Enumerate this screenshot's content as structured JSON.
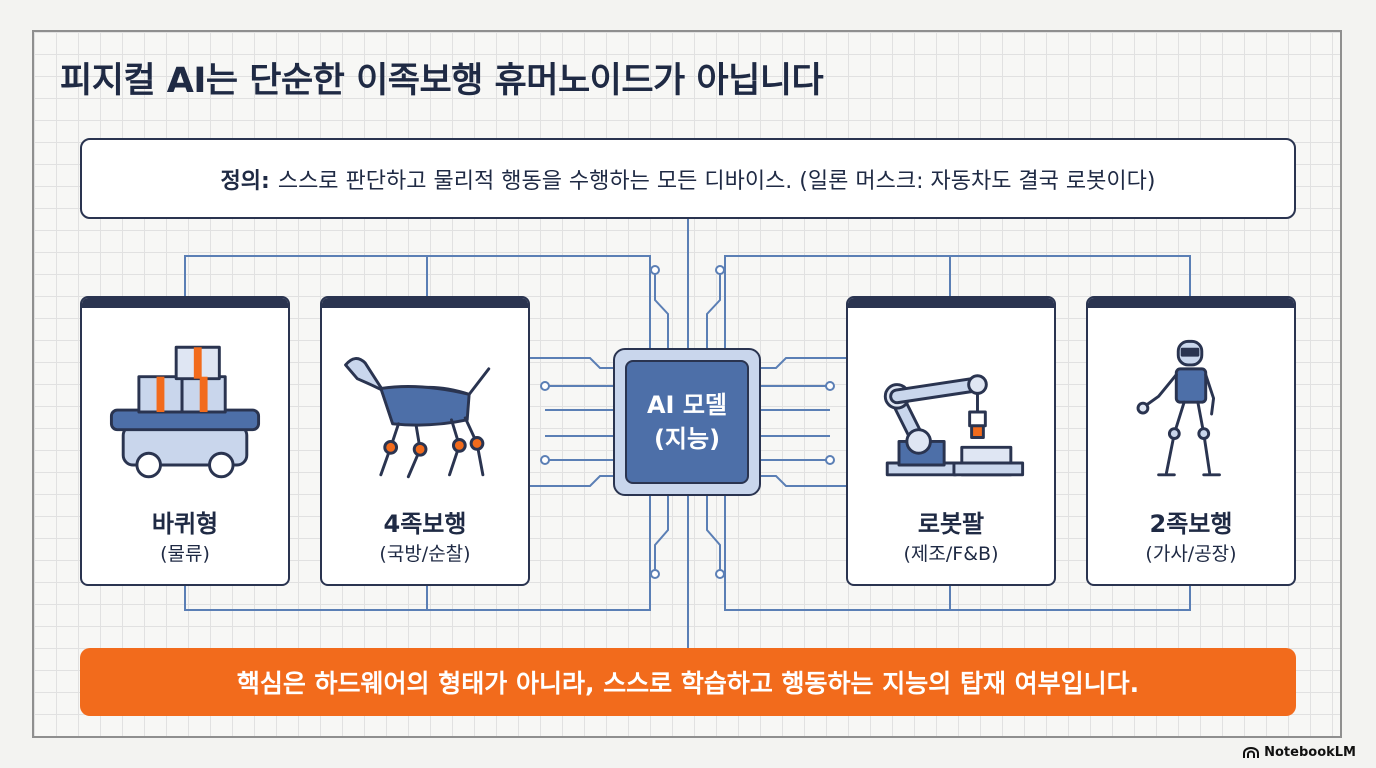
{
  "title": "피지컬 AI는 단순한 이족보행 휴머노이드가 아닙니다",
  "definition": {
    "label": "정의:",
    "text": "스스로 판단하고 물리적 행동을 수행하는 모든 디바이스. (일론 머스크: 자동차도 결국 로봇이다)"
  },
  "cards": [
    {
      "name": "바퀴형",
      "use": "(물류)",
      "icon": "wheeled-cargo-robot-icon"
    },
    {
      "name": "4족보행",
      "use": "(국방/순찰)",
      "icon": "quadruped-robot-dog-icon"
    },
    {
      "name": "로봇팔",
      "use": "(제조/F&B)",
      "icon": "robot-arm-icon"
    },
    {
      "name": "2족보행",
      "use": "(가사/공장)",
      "icon": "humanoid-robot-icon"
    }
  ],
  "chip": {
    "line1": "AI 모델",
    "line2": "(지능)"
  },
  "core_message": "핵심은 하드웨어의 형태가 아니라, 스스로 학습하고 행동하는 지능의 탑재 여부입니다.",
  "footer_logo": "NotebookLM",
  "colors": {
    "navy": "#2a3450",
    "accent": "#f26b1c",
    "chip": "#4d6fa8",
    "circuit": "#5b7fb5"
  }
}
